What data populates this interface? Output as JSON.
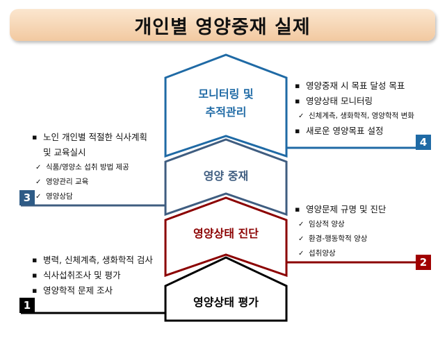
{
  "title": "개인별 영양중재 실제",
  "stages": {
    "monitoring": "모니터링 및\n추적관리",
    "intervention": "영양 중재",
    "diagnosis": "영양상태 진단",
    "assessment": "영양상태 평가"
  },
  "notes": {
    "n4": {
      "b1": "영양중재 시 목표 달성 목표",
      "b2": "영양상태 모니터링",
      "c1": "신체계측, 생화학적, 영양학적 변화",
      "b3": "새로운 영양목표 설정"
    },
    "n3": {
      "b1": "노인 개인별 적절한 식사계획",
      "b1b": "및 교육실시",
      "c1": "식품/영양소 섭취 방법 제공",
      "c2": "영양관리 교육",
      "c3": "영양상담"
    },
    "n2": {
      "b1": "영양문제 규명 및 진단",
      "c1": "임상적 양상",
      "c2": "환경-행동학적 양상",
      "c3": "섭취양상"
    },
    "n1": {
      "b1": "병력, 신체계측, 생화학적 검사",
      "b2": "식사섭취조사 및 평가",
      "b3": "영양학적 문제 조사"
    }
  },
  "numbers": {
    "one": "1",
    "two": "2",
    "three": "3",
    "four": "4"
  },
  "colors": {
    "blue": "#1f6aa5",
    "slate": "#3f5d80",
    "red": "#8b0000",
    "black": "#000000"
  }
}
